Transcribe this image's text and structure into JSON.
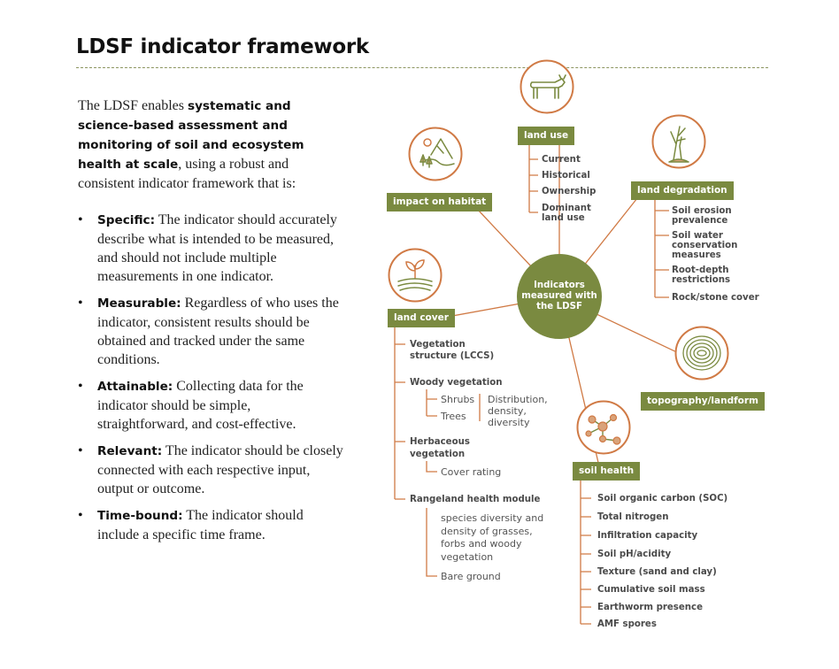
{
  "title": "LDSF indicator framework",
  "intro": {
    "part1": "The LDSF enables ",
    "bold": "systematic and science-based assessment and monitoring of soil and ecosystem health at scale",
    "part2": ", using a robust and consistent indicator framework that is:"
  },
  "criteria": [
    {
      "term": "Specific:",
      "text": " The indicator should accurately describe what is intended to be measured, and should not include multiple measurements in one indicator."
    },
    {
      "term": "Measurable:",
      "text": " Regardless of who uses the indicator, consistent results should be obtained and tracked under the same conditions."
    },
    {
      "term": "Attainable:",
      "text": " Collecting data for the indicator should be simple, straightforward, and cost-effective."
    },
    {
      "term": "Relevant:",
      "text": " The indicator should be closely connected with each respective input, output or outcome."
    },
    {
      "term": "Time-bound:",
      "text": " The indicator should include a specific time frame."
    }
  ],
  "colors": {
    "olive": "#7a8a40",
    "rust": "#d07a45",
    "text": "#4a4a4a"
  },
  "hub": "Indicators\nmeasured with\nthe LDSF",
  "land_use": {
    "label": "land use",
    "icon": "cow-icon",
    "items": [
      "Current",
      "Historical",
      "Ownership",
      "Dominant\nland use"
    ]
  },
  "land_degradation": {
    "label": "land degradation",
    "icon": "dead-tree-icon",
    "items": [
      "Soil erosion\nprevalence",
      "Soil water\nconservation\nmeasures",
      "Root-depth\nrestrictions",
      "Rock/stone cover"
    ]
  },
  "impact_on_habitat": {
    "label": "impact on habitat",
    "icon": "landscape-icon"
  },
  "topography": {
    "label": "topography/landform",
    "icon": "contour-icon"
  },
  "land_cover": {
    "label": "land cover",
    "icon": "sprout-icon",
    "vegetation_structure": "Vegetation\nstructure (LCCS)",
    "woody": {
      "label": "Woody vegetation",
      "shrubs": "Shrubs",
      "trees": "Trees",
      "attributes": "Distribution,\ndensity,\ndiversity"
    },
    "herbaceous": {
      "label": "Herbaceous\nvegetation",
      "cover": "Cover rating"
    },
    "rangeland": {
      "label": "Rangeland health module",
      "species": "species diversity and\ndensity of grasses,\nforbs and woody\nvegetation",
      "bare": "Bare ground"
    }
  },
  "soil_health": {
    "label": "soil health",
    "icon": "molecule-icon",
    "items": [
      "Soil organic carbon (SOC)",
      "Total nitrogen",
      "Infiltration capacity",
      "Soil pH/acidity",
      "Texture (sand and clay)",
      "Cumulative soil mass",
      "Earthworm presence",
      "AMF spores"
    ]
  }
}
